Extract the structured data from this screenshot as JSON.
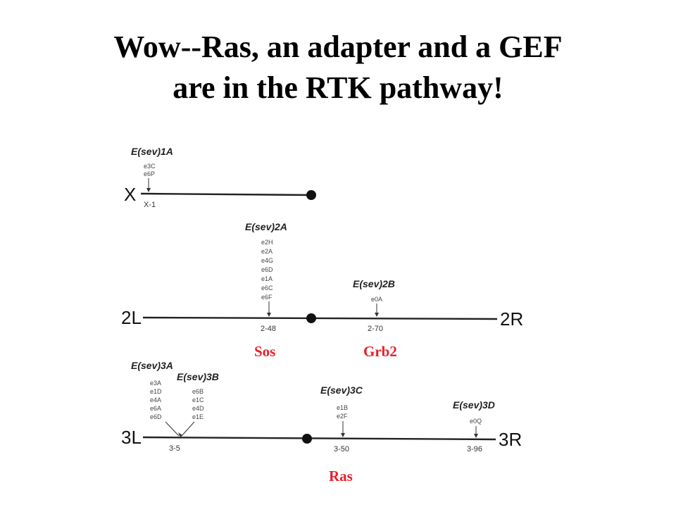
{
  "title": {
    "line1": "Wow--Ras, an adapter and a GEF",
    "line2": "are in the RTK pathway!"
  },
  "chromosomes": {
    "x": {
      "left_label": "X",
      "right_label": ""
    },
    "c2": {
      "left_label": "2L",
      "right_label": "2R"
    },
    "c3": {
      "left_label": "3L",
      "right_label": "3R"
    }
  },
  "loci": {
    "e_sev_1a": {
      "name": "E(sev)1A",
      "alleles": [
        "e3C",
        "e6P"
      ],
      "position": "X-1"
    },
    "e_sev_2a": {
      "name": "E(sev)2A",
      "alleles": [
        "e2H",
        "e2A",
        "e4G",
        "e6D",
        "e1A",
        "e6C",
        "e6F"
      ],
      "position": "2-48"
    },
    "e_sev_2b": {
      "name": "E(sev)2B",
      "alleles": [
        "e0A"
      ],
      "position": "2-70"
    },
    "e_sev_3a": {
      "name": "E(sev)3A",
      "alleles": [
        "e3A",
        "e1D",
        "e4A",
        "e6A",
        "e6D"
      ],
      "position": "3-5"
    },
    "e_sev_3b": {
      "name": "E(sev)3B",
      "alleles": [
        "e6B",
        "e1C",
        "e4D",
        "e1E"
      ]
    },
    "e_sev_3c": {
      "name": "E(sev)3C",
      "alleles": [
        "e1B",
        "e2F"
      ],
      "position": "3-50"
    },
    "e_sev_3d": {
      "name": "E(sev)3D",
      "alleles": [
        "e0Q"
      ],
      "position": "3-96"
    }
  },
  "genes": {
    "sos": "Sos",
    "grb2": "Grb2",
    "ras": "Ras"
  },
  "colors": {
    "gene_label": "#e8202a",
    "text": "#000000"
  }
}
